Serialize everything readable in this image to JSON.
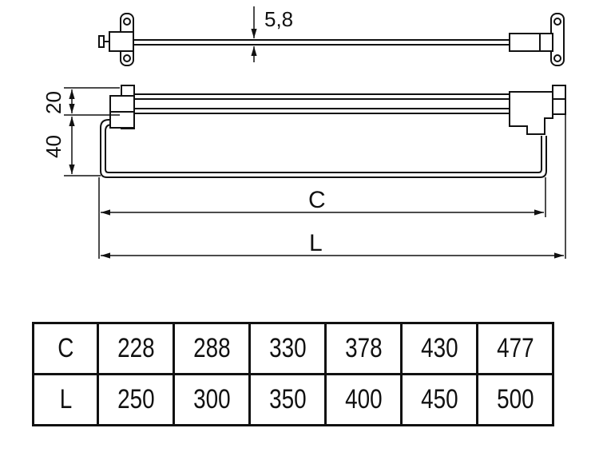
{
  "dimensions": {
    "rod_diameter": "5,8",
    "height_top": "20",
    "height_bottom": "40",
    "inner_length": "C",
    "total_length": "L"
  },
  "table": {
    "rows": [
      {
        "label": "C",
        "values": [
          "228",
          "288",
          "330",
          "378",
          "430",
          "477"
        ]
      },
      {
        "label": "L",
        "values": [
          "250",
          "300",
          "350",
          "400",
          "450",
          "500"
        ]
      }
    ]
  }
}
